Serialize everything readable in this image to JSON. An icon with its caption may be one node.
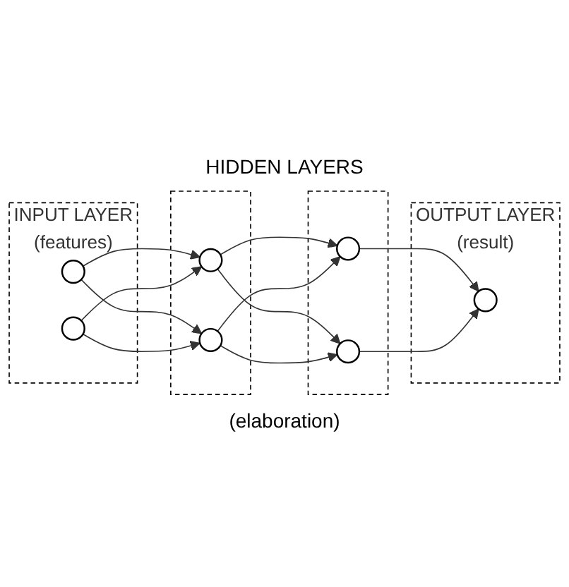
{
  "diagram": {
    "nodes": [
      {
        "text": [
          "INPUT LAYER"
        ],
        "beside": [
          "(features)"
        ]
      },
      {
        "text": [],
        "shape": "circle",
        "in": 0
      },
      {
        "text": [],
        "shape": "circle",
        "in": 0
      },
      {
        "text": [],
        "shape": "box"
      },
      {
        "text": [],
        "shape": "circle",
        "in": 3
      },
      {
        "text": [],
        "shape": "circle",
        "in": 3
      },
      {
        "text": [],
        "shape": "box"
      },
      {
        "text": [],
        "shape": "circle",
        "in": 6
      },
      {
        "text": [],
        "shape": "circle",
        "in": 6
      },
      {
        "text": [
          "OUTPUT LAYER"
        ],
        "beside": [
          "(result)"
        ]
      },
      {
        "text": [],
        "shape": "circle",
        "in": 9
      }
    ],
    "edges": [
      {
        "from": 1,
        "to": 4,
        "arrow": "to"
      },
      {
        "from": 1,
        "to": 5,
        "arrow": "to"
      },
      {
        "from": 2,
        "to": 4,
        "arrow": "to"
      },
      {
        "from": 2,
        "to": 5,
        "arrow": "to"
      },
      {
        "from": 4,
        "to": 7,
        "arrow": "to"
      },
      {
        "from": 4,
        "to": 8,
        "arrow": "to"
      },
      {
        "from": 5,
        "to": 7,
        "arrow": "to"
      },
      {
        "from": 5,
        "to": 8,
        "arrow": "to"
      },
      {
        "from": 7,
        "to": 10,
        "arrow": "to"
      },
      {
        "from": 8,
        "to": 10,
        "arrow": "to"
      }
    ],
    "labels": [
      "HIDDEN LAYERS",
      "(elaboration)"
    ]
  }
}
